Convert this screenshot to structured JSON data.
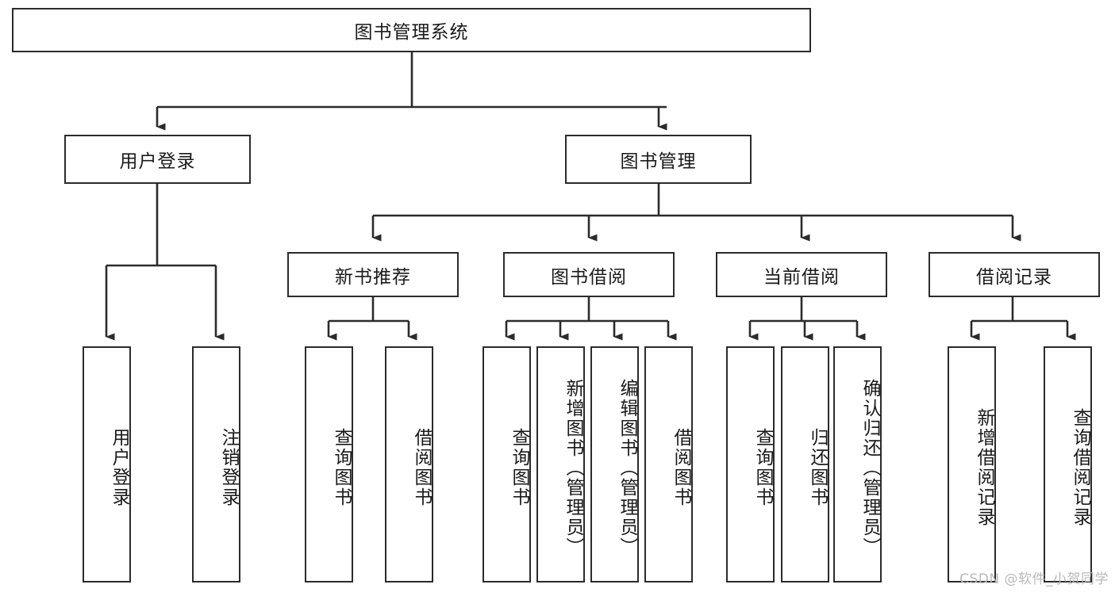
{
  "diagram": {
    "type": "tree-hierarchy",
    "title": "图书管理系统",
    "root": {
      "id": "root",
      "label": "图书管理系统"
    },
    "level1": [
      {
        "id": "user-login",
        "label": "用户登录"
      },
      {
        "id": "book-manage",
        "label": "图书管理"
      }
    ],
    "level2": [
      {
        "id": "new-book-rec",
        "label": "新书推荐",
        "parent": "book-manage"
      },
      {
        "id": "book-borrow",
        "label": "图书借阅",
        "parent": "book-manage"
      },
      {
        "id": "current-borrow",
        "label": "当前借阅",
        "parent": "book-manage"
      },
      {
        "id": "borrow-record",
        "label": "借阅记录",
        "parent": "book-manage"
      }
    ],
    "leaves": [
      {
        "id": "leaf-user-login",
        "label": "用户登录",
        "parent": "user-login"
      },
      {
        "id": "leaf-user-logout",
        "label": "注销登录",
        "parent": "user-login"
      },
      {
        "id": "leaf-query-book-1",
        "label": "查询图书",
        "parent": "new-book-rec"
      },
      {
        "id": "leaf-borrow-book-1",
        "label": "借阅图书",
        "parent": "new-book-rec"
      },
      {
        "id": "leaf-query-book-2",
        "label": "查询图书",
        "parent": "book-borrow"
      },
      {
        "id": "leaf-add-book",
        "label": "新增图书（管理员）",
        "parent": "book-borrow"
      },
      {
        "id": "leaf-edit-book",
        "label": "编辑图书（管理员）",
        "parent": "book-borrow"
      },
      {
        "id": "leaf-borrow-book-2",
        "label": "借阅图书",
        "parent": "book-borrow"
      },
      {
        "id": "leaf-query-book-3",
        "label": "查询图书",
        "parent": "current-borrow"
      },
      {
        "id": "leaf-return-book",
        "label": "归还图书",
        "parent": "current-borrow"
      },
      {
        "id": "leaf-confirm-return",
        "label": "确认归还（管理员）",
        "parent": "current-borrow"
      },
      {
        "id": "leaf-add-record",
        "label": "新增借阅记录",
        "parent": "borrow-record"
      },
      {
        "id": "leaf-query-record",
        "label": "查询借阅记录",
        "parent": "borrow-record"
      }
    ],
    "colors": {
      "stroke": "#2b2b2b",
      "background": "#ffffff",
      "text": "#1a1a1a",
      "watermark": "#b9b9b9"
    }
  },
  "watermark": {
    "text": "CSDN @软件_小贺同学"
  }
}
